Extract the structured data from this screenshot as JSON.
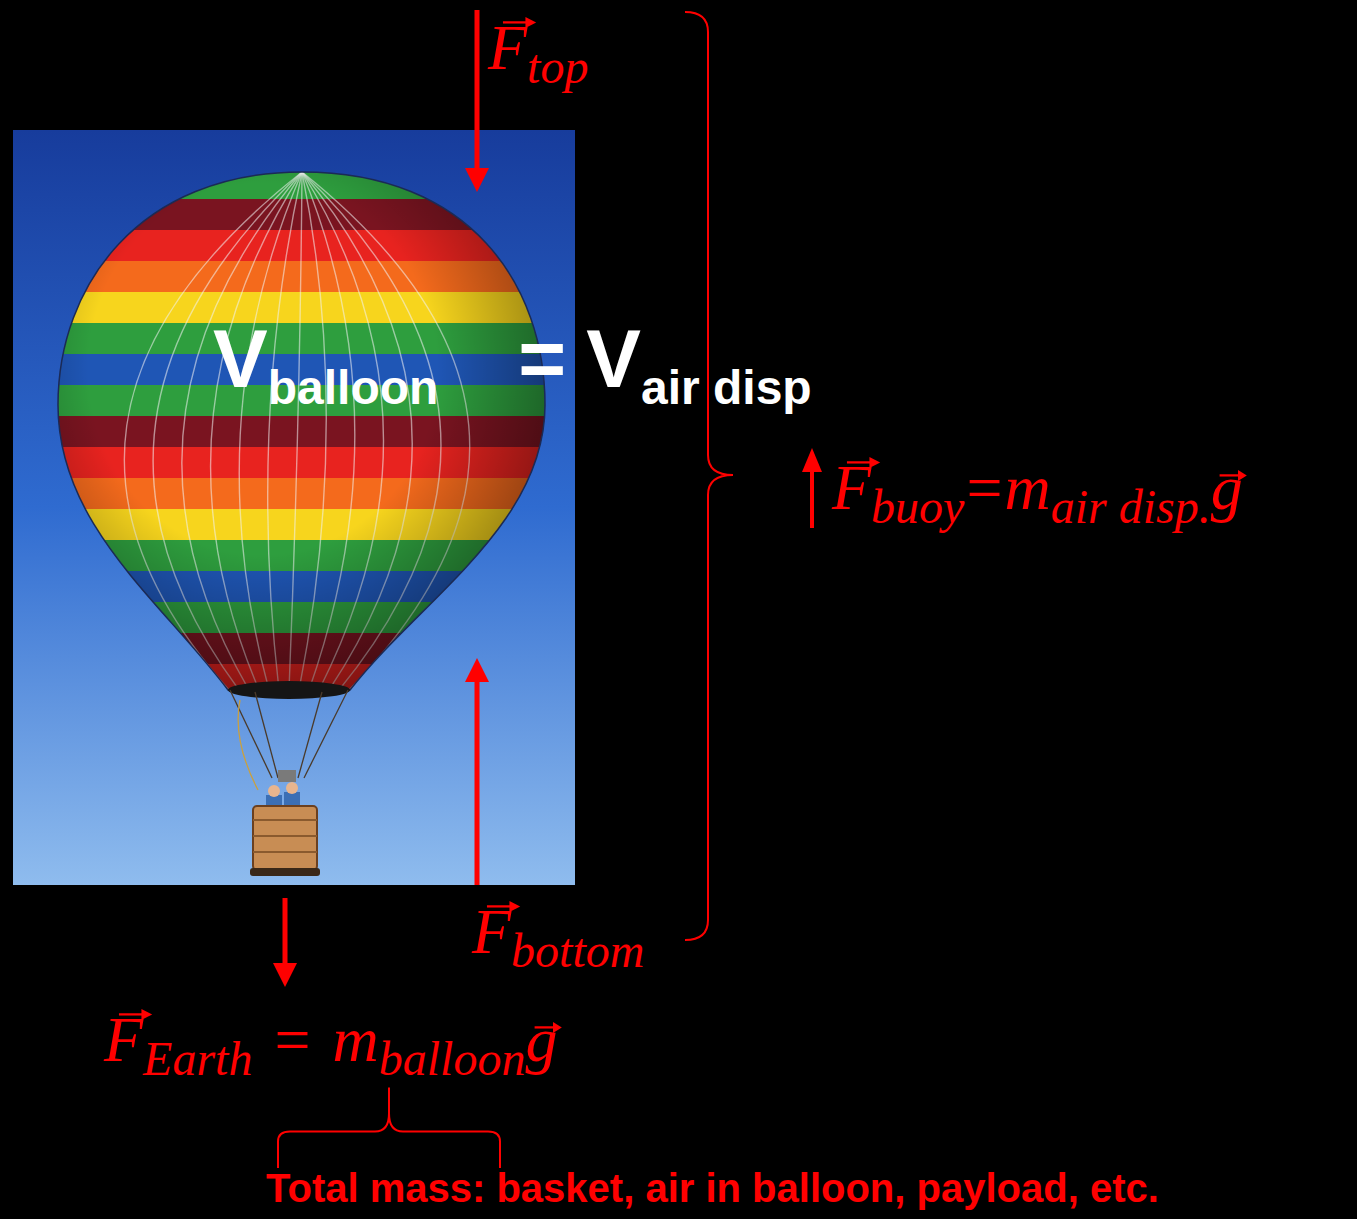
{
  "diagram": {
    "labels": [
      "F",
      "top",
      "V",
      "balloon",
      "=",
      "V",
      "air disp",
      "F",
      "buoy",
      "=",
      "m",
      "air disp.",
      "g",
      "F",
      "bottom",
      "F",
      "Earth",
      "=",
      "m",
      "balloon",
      "g",
      "Total mass: basket, air in balloon, payload, etc."
    ]
  }
}
